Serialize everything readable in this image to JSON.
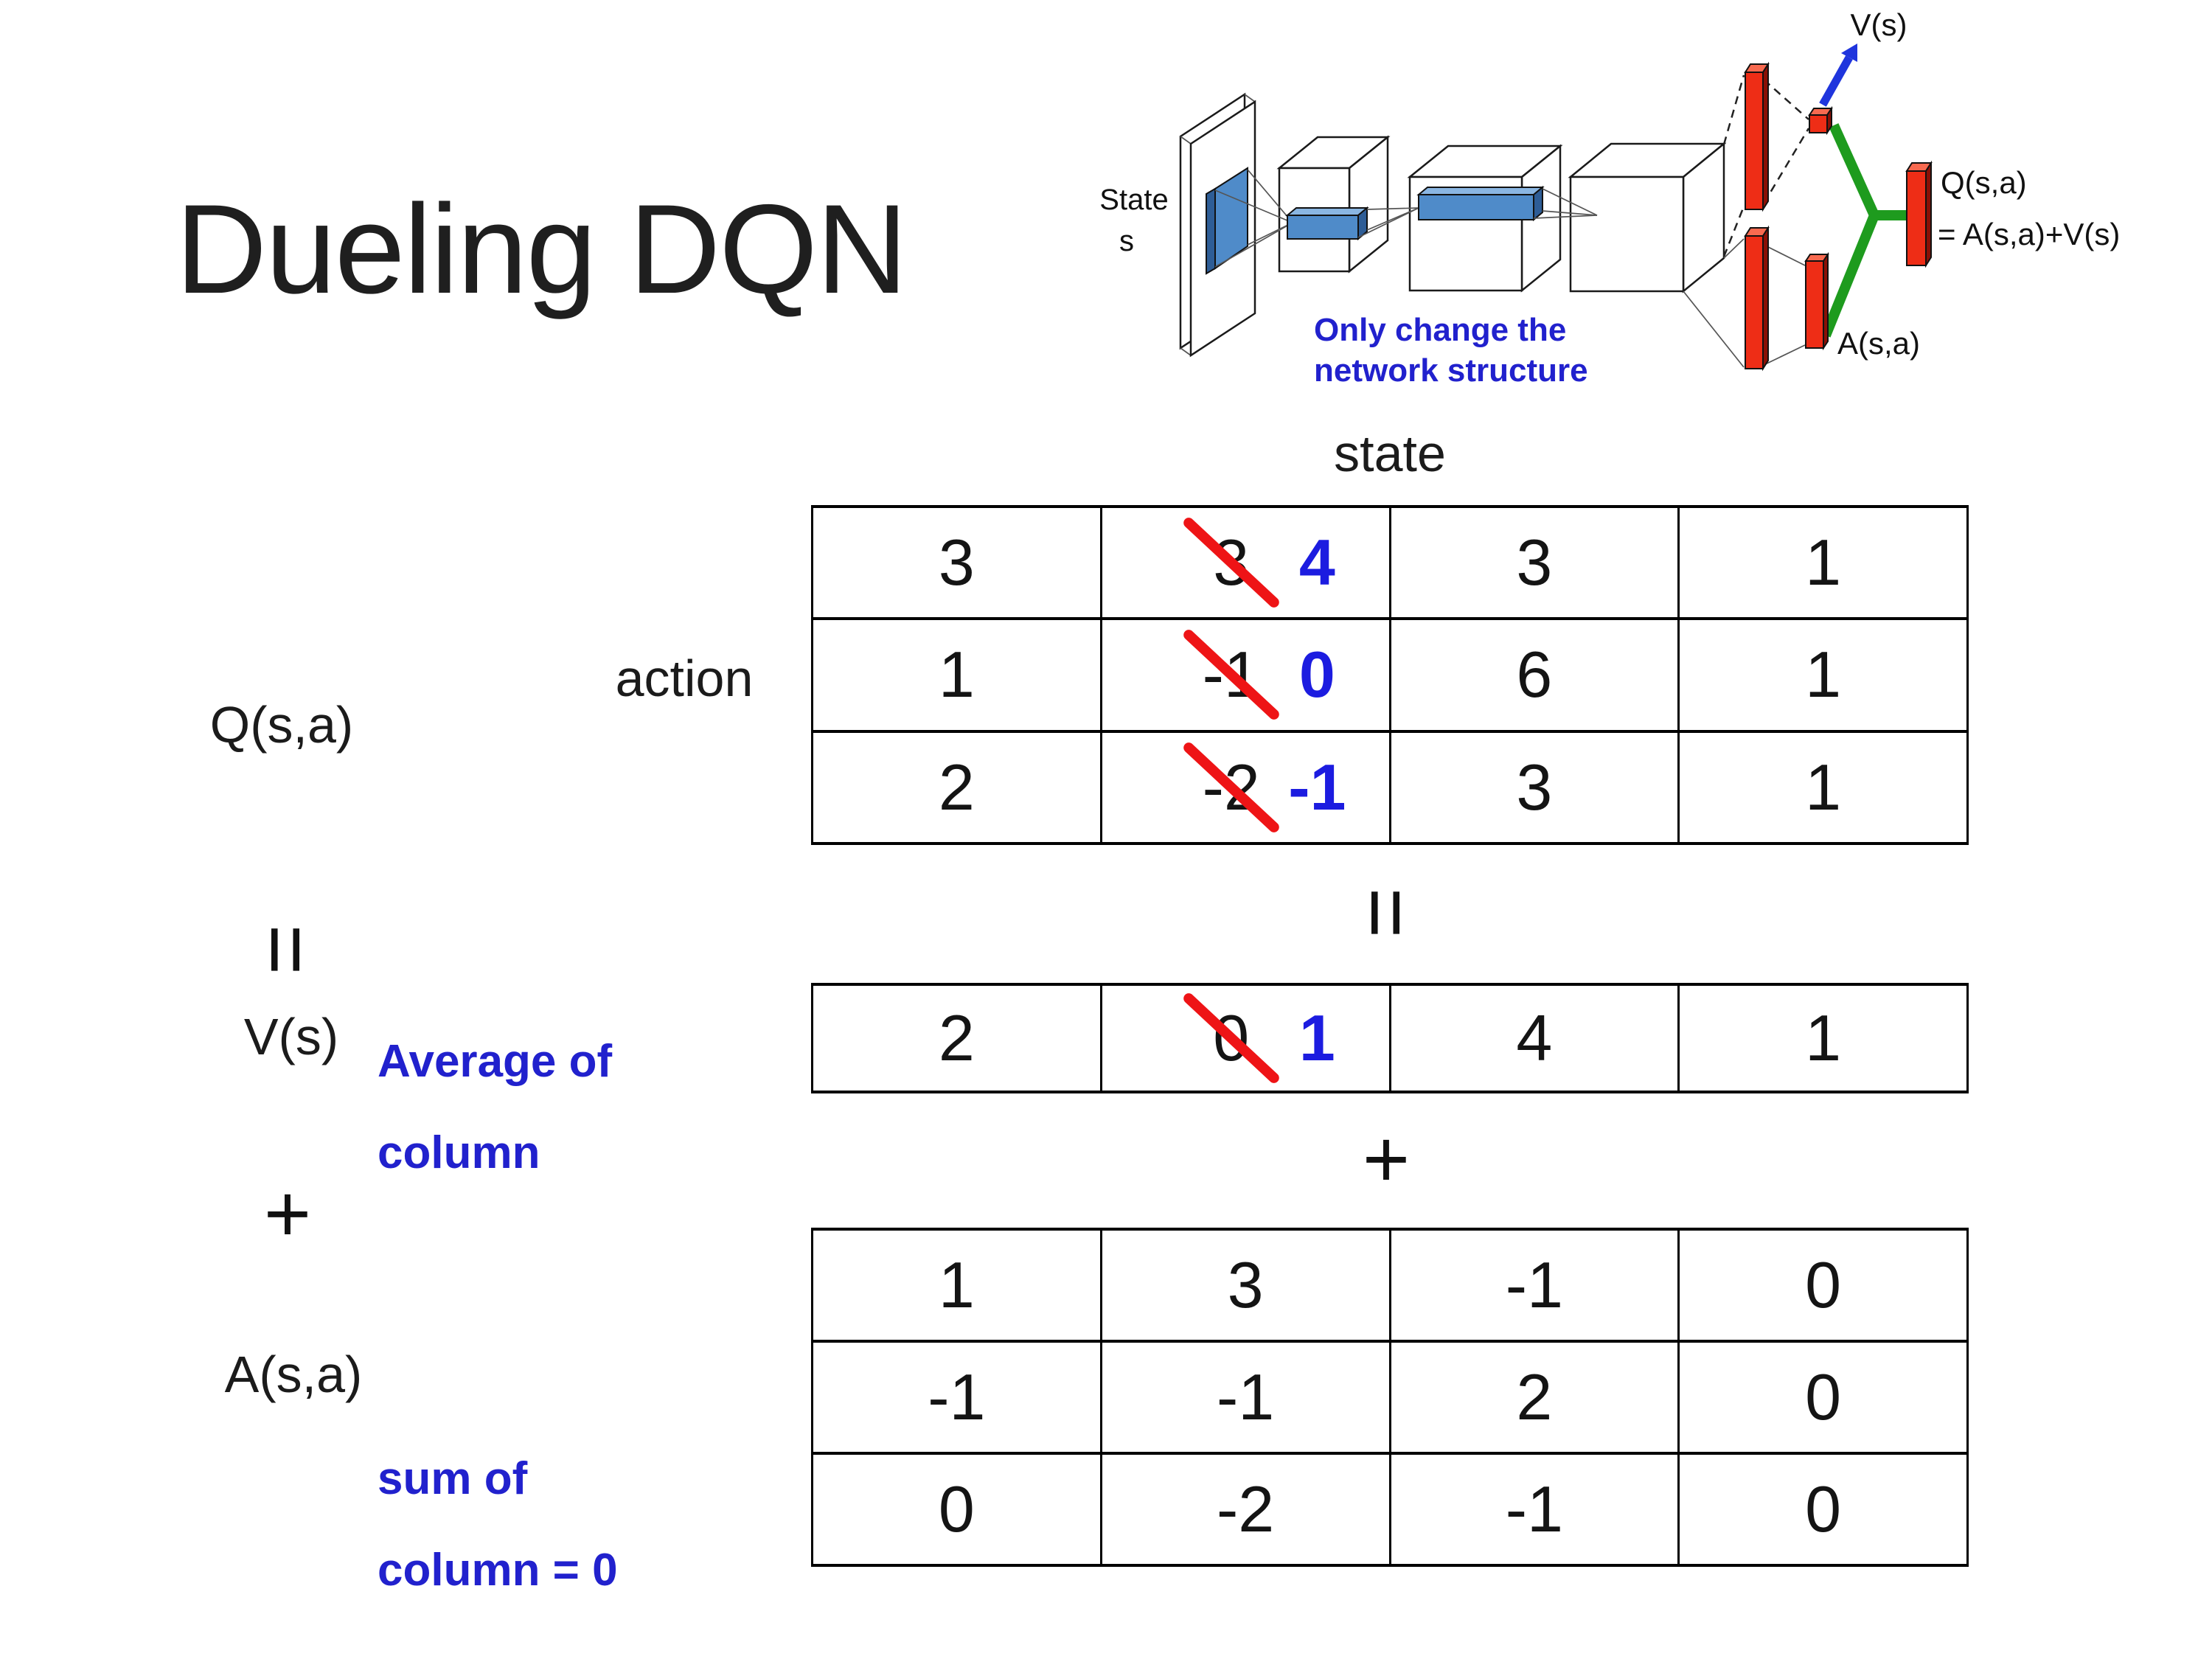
{
  "title": "Dueling DQN",
  "diagram": {
    "state_line1": "State",
    "state_line2": "s",
    "note_line1": "Only change the",
    "note_line2": "network structure",
    "v_output_label": "V(s)",
    "q_output_label_line1": "Q(s,a)",
    "q_output_label_line2": "= A(s,a)+V(s)",
    "a_output_label": "A(s,a)"
  },
  "equation": {
    "q_label": "Q(s,a)",
    "equals_left": "=",
    "v_label": "V(s)",
    "plus_left": "+",
    "a_label": "A(s,a)",
    "equals_mid": "=",
    "plus_mid": "+",
    "state_header": "state",
    "action_header": "action",
    "avg_note_line1": "Average of",
    "avg_note_line2": "column",
    "sum_note_line1": "sum of",
    "sum_note_line2": "column = 0"
  },
  "tables": {
    "q": {
      "r0c0": "3",
      "r0c1_old": "3",
      "r0c1_new": "4",
      "r0c2": "3",
      "r0c3": "1",
      "r1c0": "1",
      "r1c1_old": "-1",
      "r1c1_new": "0",
      "r1c2": "6",
      "r1c3": "1",
      "r2c0": "2",
      "r2c1_old": "-2",
      "r2c1_new": "-1",
      "r2c2": "3",
      "r2c3": "1"
    },
    "v": {
      "c0": "2",
      "c1_old": "0",
      "c1_new": "1",
      "c2": "4",
      "c3": "1"
    },
    "a": {
      "r0c0": "1",
      "r0c1": "3",
      "r0c2": "-1",
      "r0c3": "0",
      "r1c0": "-1",
      "r1c1": "-1",
      "r1c2": "2",
      "r1c3": "0",
      "r2c0": "0",
      "r2c1": "-2",
      "r2c2": "-1",
      "r2c3": "0"
    }
  },
  "colors": {
    "blue_annotation": "#2121cd",
    "blue_number": "#1c1ce0",
    "strike_red": "#ee1416",
    "bar_red": "#ee2d16",
    "bar_red_dark": "#8a1006",
    "bar_red_top": "#f86a50",
    "green": "#1e9b1e",
    "arrow_blue": "#1f35dd",
    "steel_blue": "#4f8bc9",
    "steel_blue_dark": "#2e5d96",
    "steel_blue_light": "#8ab6e2"
  }
}
